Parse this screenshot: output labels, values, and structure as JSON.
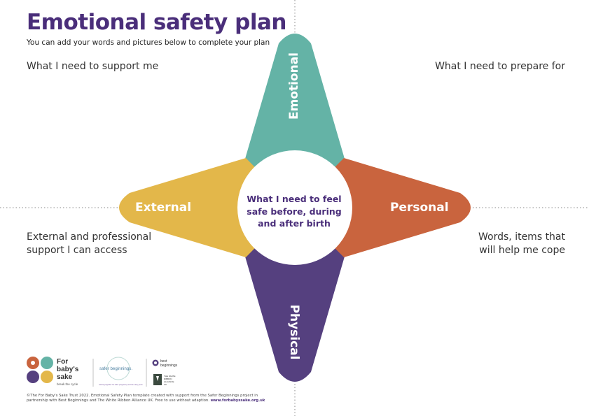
{
  "title": "Emotional safety plan",
  "subtitle": "You can add your words and pictures below to complete your plan",
  "corners": {
    "top_left": "What I need to support me",
    "top_right": "What I need to prepare for",
    "bottom_left": [
      "External and professional",
      "support I can access"
    ],
    "bottom_right": [
      "Words, items that",
      "will help me cope"
    ]
  },
  "petals": {
    "top": {
      "label": "Emotional",
      "color": "#64b3a6"
    },
    "right": {
      "label": "Personal",
      "color": "#c9643e"
    },
    "bottom": {
      "label": "Physical",
      "color": "#55407f"
    },
    "left": {
      "label": "External",
      "color": "#e3b74a"
    }
  },
  "center": [
    "What I need to feel",
    "safe before, during",
    "and after birth"
  ],
  "logos": {
    "fbs": {
      "line1": "For",
      "line2": "baby's",
      "line3": "sake",
      "tagline": "break the cycle"
    },
    "safer": {
      "name": "safer beginnings.",
      "tagline": "working together for safer pregnancy and the early years"
    },
    "best": {
      "line1": "best",
      "line2": "beginnings"
    },
    "wra": {
      "line1": "THE WHITE",
      "line2": "RIBBON",
      "line3": "ALLIANCE",
      "line4": "UK"
    }
  },
  "footer": {
    "line1": "©The For Baby's Sake Trust 2022. Emotional Safety Plan template created with support from the Safer Beginnings project in",
    "line2": "partnership with Best Beginnings and The White Ribbon Alliance UK. Free to use without adaption.",
    "link": "www.forbabyssake.org.uk"
  }
}
